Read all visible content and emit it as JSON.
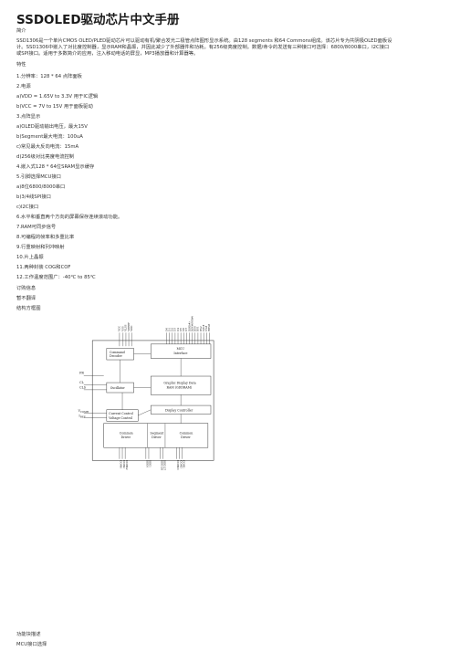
{
  "title": "SSDOLED驱动芯片中文手册",
  "intro_heading": "简介",
  "intro_line1": "SSD1306是一个单片CMOS OLED/PLED驱动芯片可以驱动有机/聚合发光二极管点阵图形显示系统。由128 segments 和64 Commons组成。该芯片专为共阴极OLED面板设",
  "intro_line2": "计。SSD1306中嵌入了对比度控制器，显示RAM和晶振，并因此减少了外部器件和功耗。有256级亮度控制。数据/命令的发送有三种接口可选择：6800/8000串口，I2C接口",
  "intro_line3": "或SPI接口。适用于多数简介的应用，注入移动电话的屏显，MP3播放器和计算器等。",
  "features_heading": "特性",
  "features": [
    "1.分辨率：128 * 64 点阵面板",
    "2.电源",
    "a)VDD = 1.65V to 3.3V 用于IC逻辑",
    "b)VCC = 7V to 15V 用于面板驱动",
    "3.点阵显示",
    "a)OLED驱动输出电压，最大15V",
    "b)Segment最大电流：100uA",
    "c)常见最大反向电流：15mA",
    "d)256级对比亮度电流控制",
    "4.嵌入式128 * 64位SRAM显示缓存",
    "5.引脚选择MCU接口",
    "a)8位6800/8000串口",
    "b)3/4线SPI接口",
    "c)I2C接口",
    "6.水平和垂直两个方向的屏幕保存连续滚动功能。",
    "7.RAM可同步信号",
    "8.可编程的帧率和多重比率",
    "9.行重映射和列冲映射",
    "10.片上晶振",
    "11.两种封装 COG和COF",
    "12.工作温度范围广：-40℃ to 85℃"
  ],
  "order_info": "订购信息",
  "not_translated": "暂不翻译",
  "block_diagram_heading": "结构方框图",
  "diagram": {
    "blocks": {
      "command_decoder_1": "Command",
      "command_decoder_2": "Decoder",
      "oscillator": "Oscillator",
      "current_control_1": "Current Control",
      "current_control_2": "Voltage Control",
      "mcu_1": "MCU",
      "mcu_2": "Interface",
      "gddram_1": "Graphic Display Data",
      "gddram_2": "RAM (GDDRAM)",
      "display_controller": "Display Controller",
      "common_driver_1": "Common",
      "common_driver_2": "Driver",
      "segment_driver_1": "Segment",
      "segment_driver_2": "Driver",
      "common_driver_b_1": "Common",
      "common_driver_b_2": "Driver"
    },
    "left_pins": {
      "fr": "FR",
      "cl": "CL",
      "cls": "CLS",
      "vcomh": "V",
      "vcomh_sub": "COMH",
      "iref": "I",
      "iref_sub": "REF"
    },
    "top_pins": [
      "VCC",
      "VSS",
      "VLSS",
      "VBREF",
      "VDD",
      "D0",
      "D1",
      "D2",
      "D3",
      "D4",
      "D5",
      "D6",
      "D7",
      "E(RD#)",
      "R/W#(WR#)",
      "BS0",
      "BS1",
      "BS2",
      "D/C#",
      "CS#",
      "RES#"
    ],
    "bottom_pins": [
      "COM0",
      "COM2",
      "COM62",
      "SEG0",
      "SEG1",
      "SEG126",
      "SEG127",
      "COM63",
      "COM3",
      "COM1"
    ]
  },
  "function_block_heading": "功能块描述",
  "mcu_interface_heading": "MCU接口选择"
}
